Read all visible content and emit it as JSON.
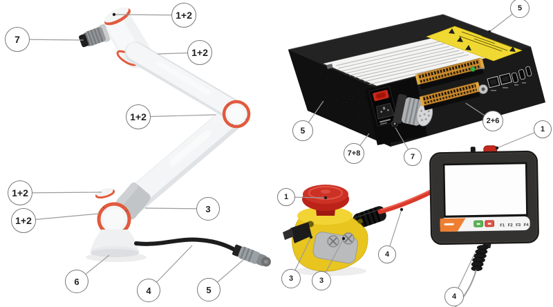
{
  "colors": {
    "accent_orange": "#e25a3d",
    "estop_red": "#cd3125",
    "estop_yellow": "#e8c51f",
    "warning_label_yellow": "#f0d832",
    "pendant_orange": "#ee7f31",
    "pendant_green_key": "#5cb258",
    "pendant_red_key": "#df5348",
    "cable_red": "#d93a2b",
    "leader_gray": "#9b9b9b"
  },
  "callouts": [
    {
      "label": "1+2",
      "target": "wrist-joint-top"
    },
    {
      "label": "7",
      "target": "tool-io-connector"
    },
    {
      "label": "1+2",
      "target": "wrist-upper-arm-joint"
    },
    {
      "label": "1+2",
      "target": "elbow-joint"
    },
    {
      "label": "1+2",
      "target": "shoulder-joint-top"
    },
    {
      "label": "1+2",
      "target": "shoulder-joint"
    },
    {
      "label": "3",
      "target": "base-collar"
    },
    {
      "label": "6",
      "target": "robot-base"
    },
    {
      "label": "4",
      "target": "robot-cable"
    },
    {
      "label": "5",
      "target": "robot-cable-connector"
    },
    {
      "label": "5",
      "target": "control-box-warning-label"
    },
    {
      "label": "5",
      "target": "control-box-side-panel"
    },
    {
      "label": "7+8",
      "target": "power-inlet"
    },
    {
      "label": "7",
      "target": "aux-jack"
    },
    {
      "label": "2+6",
      "target": "io-terminal-blocks"
    },
    {
      "label": "1",
      "target": "pendant-estop-button"
    },
    {
      "label": "1",
      "target": "estop-mushroom-button"
    },
    {
      "label": "3",
      "target": "estop-side-latch"
    },
    {
      "label": "3",
      "target": "estop-plate-screw"
    },
    {
      "label": "4",
      "target": "estop-cable"
    },
    {
      "label": "4",
      "target": "pendant-cable"
    }
  ],
  "pendant": {
    "fkeys": [
      "F1",
      "F2",
      "F3",
      "F4"
    ]
  }
}
